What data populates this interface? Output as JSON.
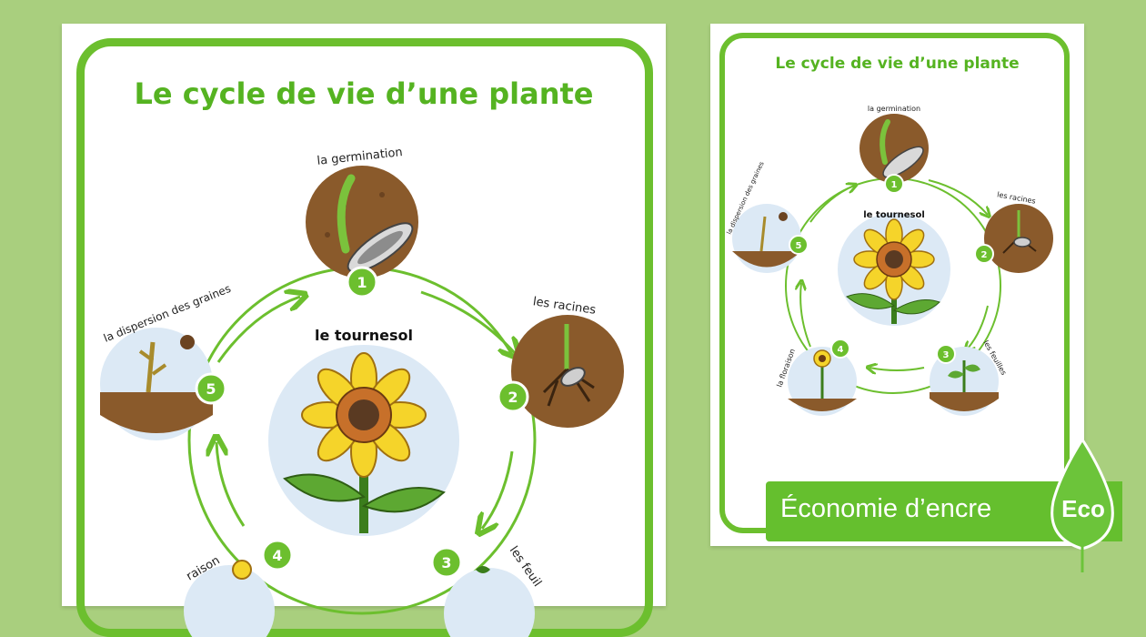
{
  "large_poster": {
    "title": "Le cycle de vie d’une plante",
    "center_label": "le tournesol",
    "stages": [
      {
        "number": "1",
        "label": "la germination"
      },
      {
        "number": "2",
        "label": "les racines"
      },
      {
        "number": "3",
        "label": "les feuil"
      },
      {
        "number": "4",
        "label": "raison"
      },
      {
        "number": "5",
        "label": "la dispersion des graines"
      }
    ]
  },
  "small_poster": {
    "title": "Le cycle de vie d’une plante",
    "center_label": "le tournesol",
    "stages": [
      {
        "number": "1",
        "label": "la germination"
      },
      {
        "number": "2",
        "label": "les racines"
      },
      {
        "number": "3",
        "label": "les feuilles"
      },
      {
        "number": "4",
        "label": "la floraison"
      },
      {
        "number": "5",
        "label": "la dispersion des graines"
      }
    ]
  },
  "badge": {
    "text": "Économie d’encre",
    "icon_label": "Eco"
  },
  "colors": {
    "background": "#a9cf7e",
    "accent_green": "#6cbf2e",
    "title_green": "#55b321",
    "soil": "#8a5a2b",
    "sky": "#dce9f5",
    "petal": "#f5d42a"
  }
}
